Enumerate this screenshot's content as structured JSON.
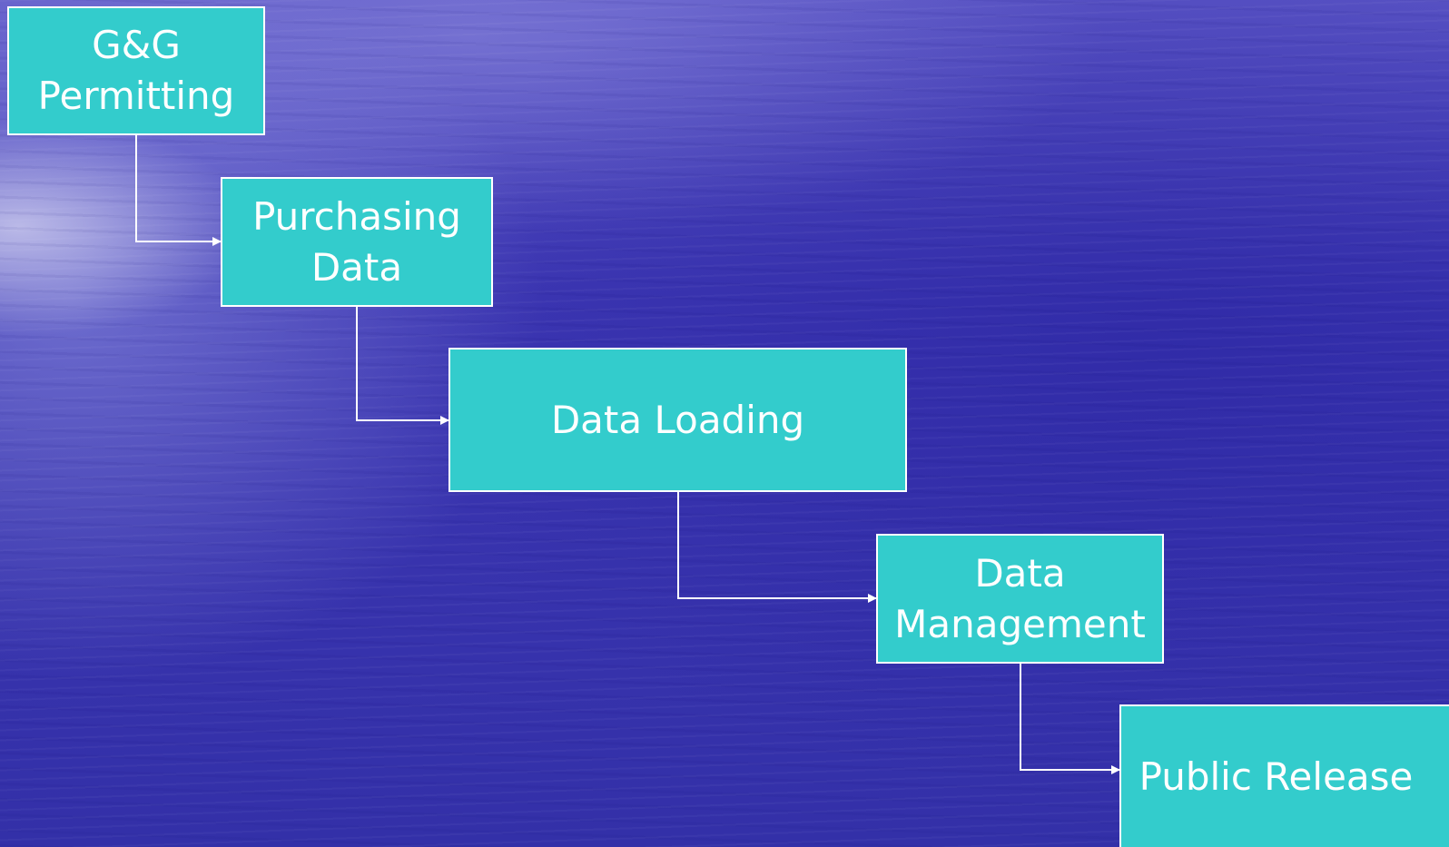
{
  "diagram": {
    "steps": [
      {
        "lines": [
          "G&G",
          "Permitting"
        ]
      },
      {
        "lines": [
          "Purchasing",
          "Data"
        ]
      },
      {
        "lines": [
          "Data Loading"
        ]
      },
      {
        "lines": [
          "Data",
          "Management"
        ]
      },
      {
        "lines": [
          "Public Release"
        ]
      }
    ]
  },
  "colors": {
    "box_fill": "#33cccc",
    "box_border": "#ffffff",
    "text": "#ffffff",
    "connector": "#ffffff",
    "background": "#3c36b2"
  }
}
